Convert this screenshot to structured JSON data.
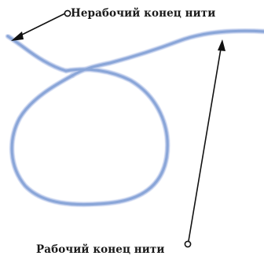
{
  "labels": {
    "loose_end": "Нерабочий конец нити",
    "working_end": "Рабочий конец нити"
  },
  "colors": {
    "thread": "#8aa6d8",
    "thread_dark": "#7b93c8",
    "pointer": "#111111",
    "background": "#ffffff"
  },
  "parts": [
    "loose-end",
    "working-end",
    "loop",
    "crossing"
  ]
}
